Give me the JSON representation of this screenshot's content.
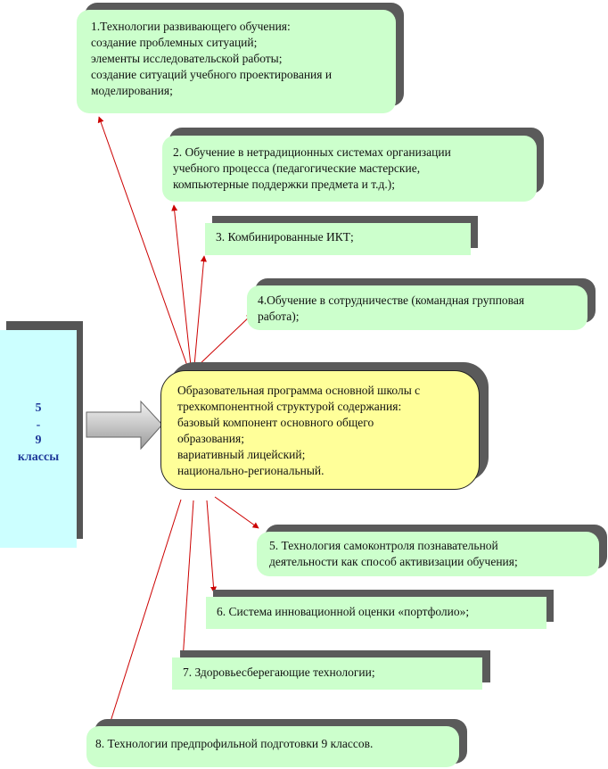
{
  "left_panel": {
    "number_top": "5",
    "dash": "-",
    "number_bottom": "9",
    "label": "классы"
  },
  "center": {
    "lines": [
      "Образовательная программа основной школы с",
      "трехкомпонентной структурой содержания:",
      "базовый компонент основного общего",
      "образования;",
      "вариативный лицейский;",
      "национально-региональный."
    ]
  },
  "items": [
    {
      "lines": [
        "1.Технологии развивающего обучения:",
        "создание проблемных ситуаций;",
        "элементы исследовательской работы;",
        "создание ситуаций учебного проектирования и",
        "моделирования;"
      ]
    },
    {
      "lines": [
        "2. Обучение в нетрадиционных системах организации",
        "учебного процесса (педагогические мастерские,",
        "компьютерные поддержки предмета и т.д.);"
      ]
    },
    {
      "lines": [
        "3. Комбинированные ИКТ;"
      ]
    },
    {
      "lines": [
        "4.Обучение в сотрудничестве (командная групповая",
        "работа);"
      ]
    },
    {
      "lines": [
        "5. Технология самоконтроля познавательной",
        "деятельности как способ активизации обучения;"
      ]
    },
    {
      "lines": [
        "6. Система инновационной оценки «портфолио»;"
      ]
    },
    {
      "lines": [
        "7. Здоровьесберегающие технологии;"
      ]
    },
    {
      "lines": [
        "8. Технологии предпрофильной подготовки   9 классов."
      ]
    }
  ],
  "colors": {
    "box_fill": "#ccffcc",
    "center_fill": "#ffff99",
    "panel_fill": "#ccffff",
    "arrow_red": "#cc0000",
    "label_blue": "#1f3a9a"
  }
}
